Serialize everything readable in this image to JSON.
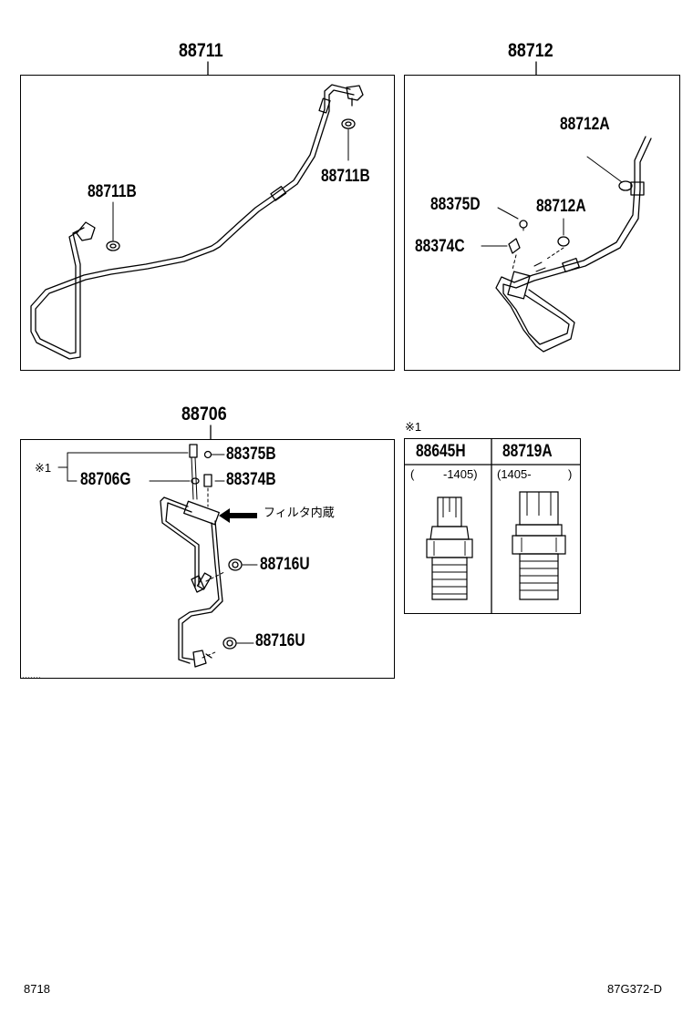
{
  "sections": {
    "s88711": {
      "title": "88711",
      "callouts": {
        "b_left": "88711B",
        "b_right": "88711B"
      }
    },
    "s88712": {
      "title": "88712",
      "callouts": {
        "a_top": "88712A",
        "d": "88375D",
        "a_mid": "88712A",
        "c": "88374C"
      }
    },
    "s88706": {
      "title": "88706",
      "callouts": {
        "ref": "※1",
        "b375": "88375B",
        "g": "88706G",
        "b374": "88374B",
        "filter_note": "フィルタ内蔵",
        "u_upper": "88716U",
        "u_lower": "88716U"
      }
    }
  },
  "switch_table": {
    "ref": "※1",
    "columns": [
      {
        "part": "88645H",
        "range_open": "(",
        "range_value": "-1405)"
      },
      {
        "part": "88719A",
        "range_open": "(1405-",
        "range_value": ")"
      }
    ]
  },
  "footer": {
    "left_code": "8718",
    "right_code": "87G372-D"
  }
}
